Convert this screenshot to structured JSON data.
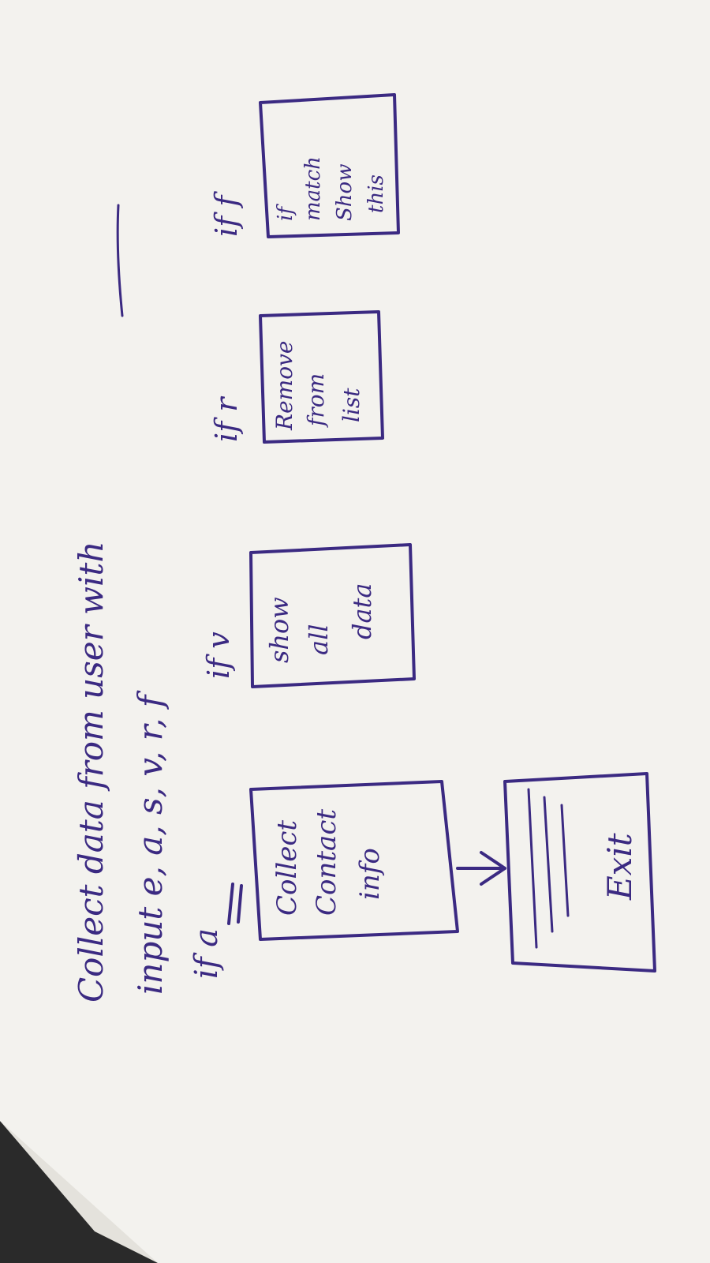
{
  "header": {
    "line1": "Collect data from user with",
    "line2": "input e, a, s, v, r, f"
  },
  "flow": {
    "if_a": "if a",
    "box_a": [
      "Collect",
      "Contact",
      "info"
    ],
    "if_v": "if v",
    "box_v": [
      "show",
      "all",
      "data"
    ],
    "if_r": "if r",
    "box_r": [
      "Remove",
      "from",
      "list"
    ],
    "if_f": "if f",
    "box_f": [
      "if",
      "match",
      "Show",
      "this"
    ],
    "exit": "Exit"
  },
  "colors": {
    "ink": "#3b2a82",
    "paper": "#f6f5f1",
    "table": "#2a2a2a"
  }
}
